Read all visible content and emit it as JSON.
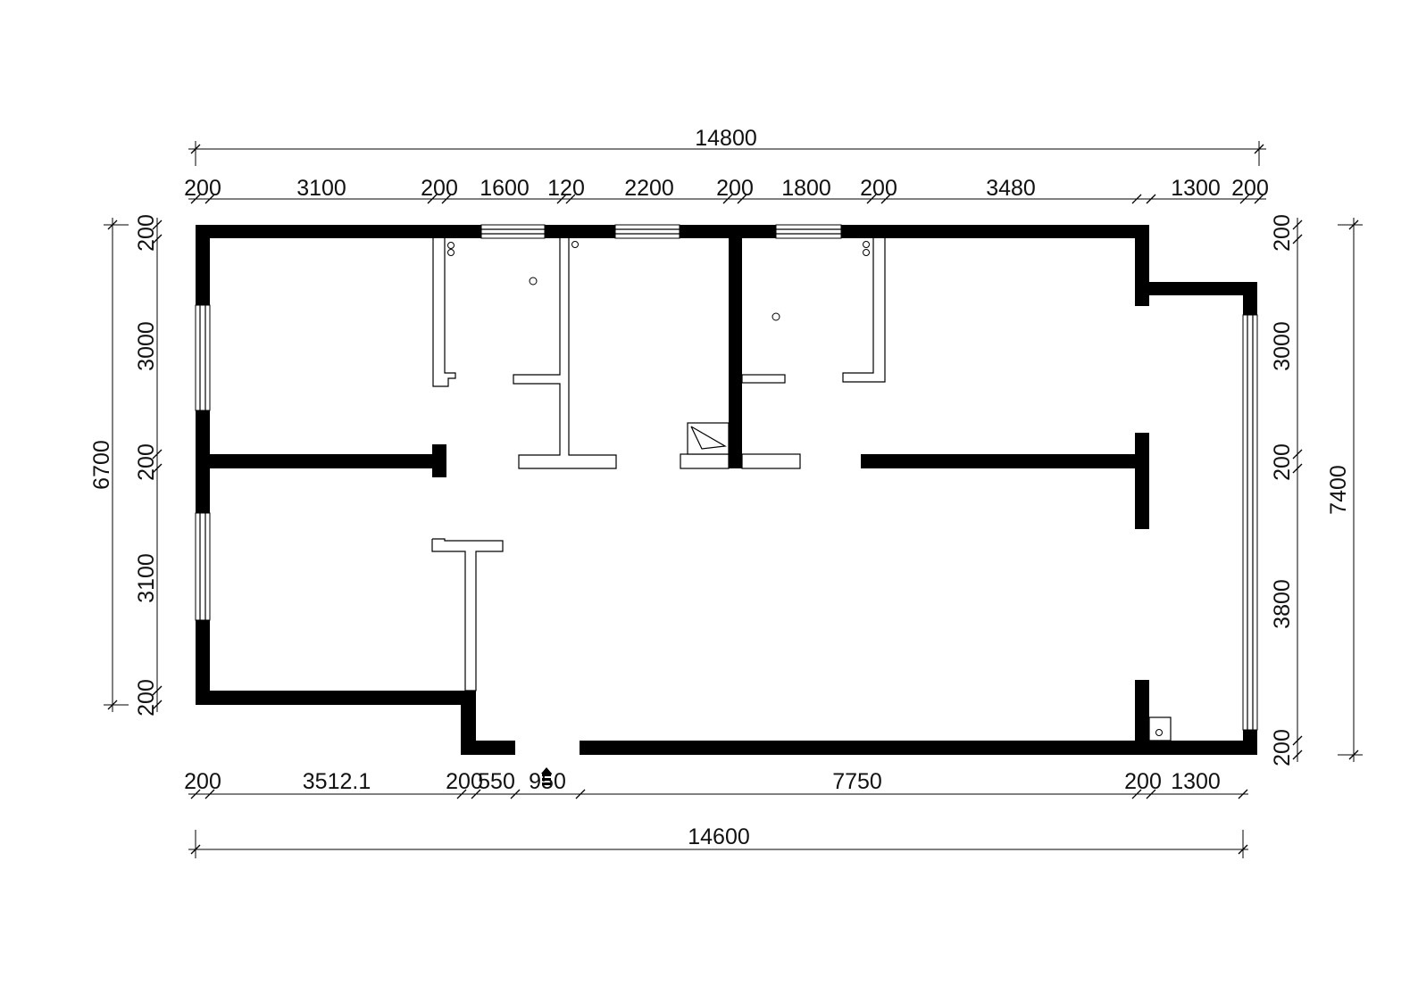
{
  "dimensions": {
    "top_total": "14800",
    "top": [
      "200",
      "3100",
      "200",
      "1600",
      "120",
      "2200",
      "200",
      "1800",
      "200",
      "3480",
      "1300",
      "200"
    ],
    "bottom": [
      "200",
      "3512.1",
      "200",
      "550",
      "950",
      "7750",
      "200",
      "1300"
    ],
    "bottom_total": "14600",
    "left_total": "6700",
    "left": [
      "200",
      "3000",
      "200",
      "3100",
      "200"
    ],
    "right": [
      "200",
      "3000",
      "200",
      "3800",
      "200"
    ],
    "right_total": "7400"
  },
  "colors": {
    "wall": "#000000",
    "background": "#ffffff"
  }
}
